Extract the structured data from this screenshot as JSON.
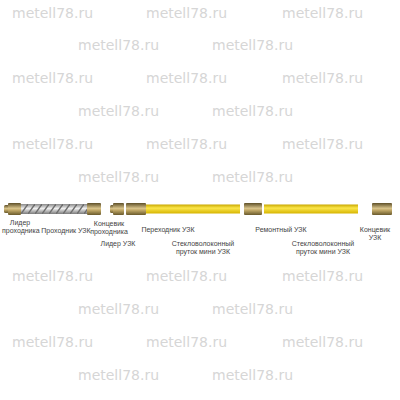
{
  "diagram": {
    "labels": [
      "Лидер проходника",
      "Проходник УЗК",
      "Концевик проходника",
      "Лидер УЗК",
      "Переходник УЗК",
      "Стекловолоконный пруток мини УЗК",
      "Ремонтный УЗК",
      "Стекловолоконный пруток мини УЗК",
      "Концевик УЗК",
      "metell78.ru",
      "metell78.ru",
      "metell78.ru",
      "metell78.ru",
      "metell78.ru",
      "metell78.ru",
      "metell78.ru",
      "metell78.ru",
      "metell78.ru",
      "metell78.ru",
      "metell78.ru",
      "metell78.ru",
      "metell78.ru",
      "metell78.ru",
      "metell78.ru",
      "metell78.ru",
      "metell78.ru",
      "metell78.ru",
      "metell78.ru",
      "metell78.ru",
      "metell78.ru",
      "metell78.ru",
      "metell78.ru",
      "metell78.ru",
      "metell78.ru"
    ]
  }
}
